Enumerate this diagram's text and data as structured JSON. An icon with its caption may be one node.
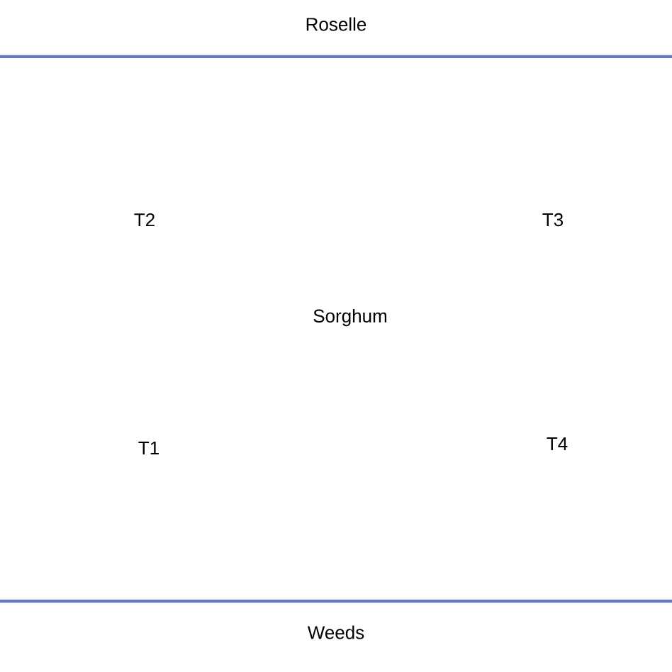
{
  "diagram": {
    "labels": [
      "Roselle",
      "T2",
      "T3",
      "Sorghum",
      "T1",
      "T4",
      "Weeds"
    ]
  }
}
